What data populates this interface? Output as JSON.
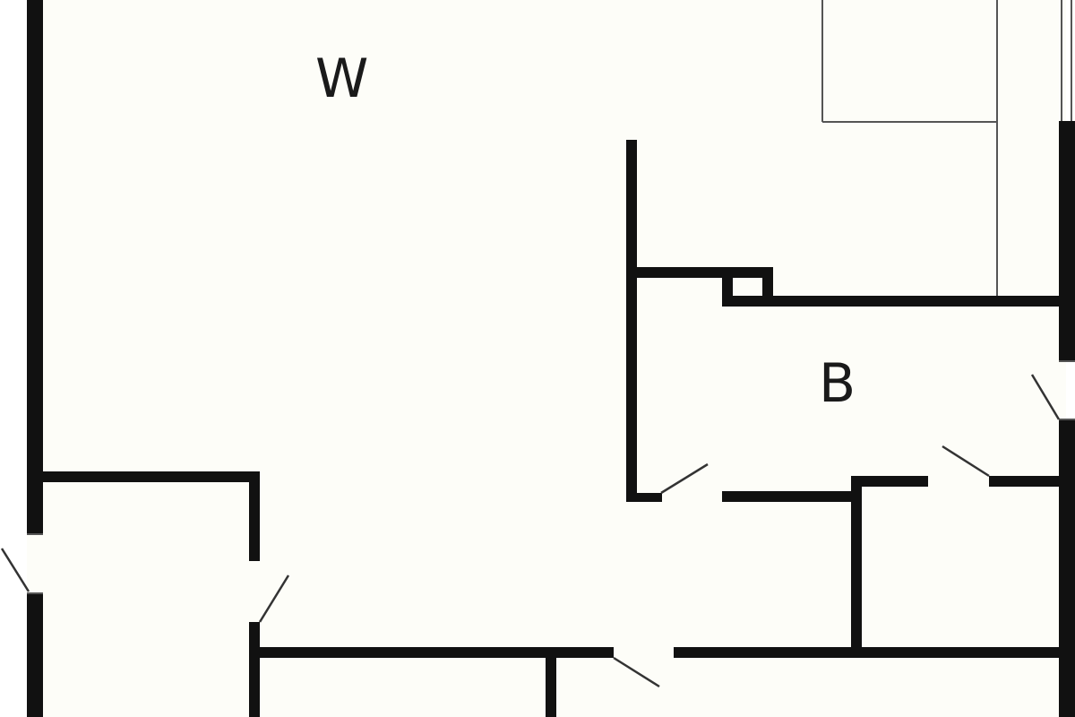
{
  "plan": {
    "rooms": [
      {
        "id": "w",
        "label": "W"
      },
      {
        "id": "b",
        "label": "B"
      }
    ],
    "colors": {
      "background": "#fdfdf8",
      "wall": "#111111",
      "thin_line": "#555555",
      "outside": "#ffffff"
    }
  }
}
